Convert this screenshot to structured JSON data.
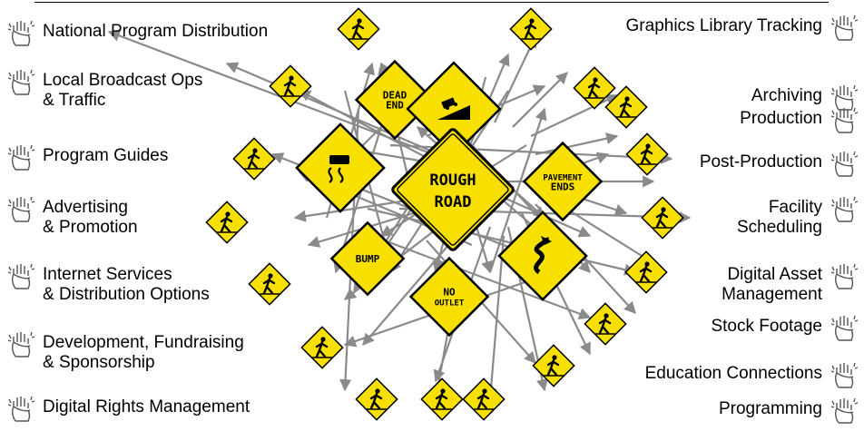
{
  "left_items": [
    {
      "label": "National Program Distribution"
    },
    {
      "label": "Local Broadcast Ops\n& Traffic"
    },
    {
      "label": "Program Guides"
    },
    {
      "label": "Advertising\n& Promotion"
    },
    {
      "label": "Internet Services\n& Distribution Options"
    },
    {
      "label": "Development, Fundraising\n& Sponsorship"
    },
    {
      "label": "Digital Rights Management"
    }
  ],
  "right_items": [
    {
      "label": "Graphics Library Tracking"
    },
    {
      "label": "Archiving"
    },
    {
      "label": "Production"
    },
    {
      "label": "Post-Production"
    },
    {
      "label": "Facility\nScheduling"
    },
    {
      "label": "Digital Asset\nManagement"
    },
    {
      "label": "Stock Footage"
    },
    {
      "label": "Education Connections"
    },
    {
      "label": "Programming"
    }
  ],
  "center_sign": {
    "line1": "ROUGH",
    "line2": "ROAD"
  },
  "hazard_signs": [
    {
      "id": "dead-end",
      "lines": [
        "DEAD",
        "END"
      ]
    },
    {
      "id": "pavement-ends",
      "lines": [
        "PAVEMENT",
        "ENDS"
      ]
    },
    {
      "id": "bump",
      "lines": [
        "BUMP"
      ]
    },
    {
      "id": "no-outlet",
      "lines": [
        "NO",
        "OUTLET"
      ]
    },
    {
      "id": "hill",
      "lines": []
    },
    {
      "id": "slippery",
      "lines": []
    },
    {
      "id": "winding",
      "lines": []
    }
  ],
  "colors": {
    "sign_yellow": "#F7E000",
    "sign_border": "#000000",
    "arrow": "#8a8a8a",
    "text": "#000000"
  },
  "icons": {
    "item_marker": "waving-hand-icon",
    "crossing_sign": "pedestrian-crossing-sign-icon"
  }
}
